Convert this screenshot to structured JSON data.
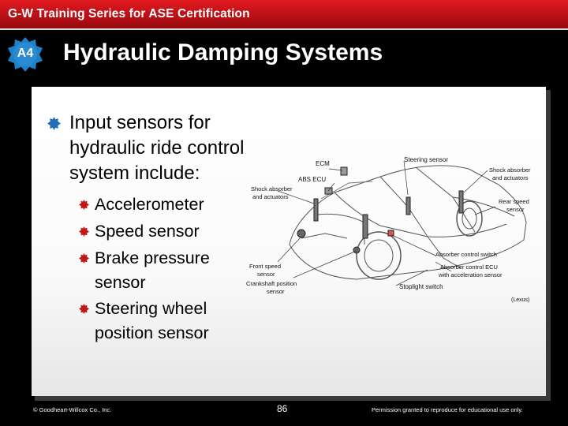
{
  "header": {
    "series_title": "G-W Training Series for ASE Certification"
  },
  "badge": {
    "label": "A4"
  },
  "title": "Hydraulic Damping Systems",
  "content": {
    "main_bullet": [
      "Input sensors for",
      "hydraulic ride control",
      "system include:"
    ],
    "sub_bullets": [
      {
        "lines": [
          "Accelerometer"
        ]
      },
      {
        "lines": [
          "Speed sensor"
        ]
      },
      {
        "lines": [
          "Brake pressure",
          "sensor"
        ]
      },
      {
        "lines": [
          "Steering wheel",
          "position sensor"
        ]
      }
    ]
  },
  "figure": {
    "labels": {
      "ecm": "ECM",
      "abs_ecu": "ABS ECU",
      "steering_sensor": "Steering sensor",
      "shock_front_1": "Shock absorber",
      "shock_front_2": "and actuators",
      "shock_rear_1": "Shock absorber",
      "shock_rear_2": "and actuators",
      "rear_speed_1": "Rear speed",
      "rear_speed_2": "sensor",
      "absorber_switch": "Absorber control switch",
      "absorber_ecu_1": "Absorber control ECU",
      "absorber_ecu_2": "with acceleration sensor",
      "front_speed_1": "Front speed",
      "front_speed_2": "sensor",
      "crank_1": "Crankshaft position",
      "crank_2": "sensor",
      "stoplight": "Stoplight switch",
      "credit": "(Lexus)"
    }
  },
  "footer": {
    "copyright": "© Goodheart-Willcox Co., Inc.",
    "page_number": "86",
    "permission": "Permission granted to reproduce for educational use only."
  },
  "colors": {
    "accent_red": "#c8141a",
    "badge_blue": "#1f7fc7",
    "bullet_blue": "#1e6fb8",
    "bullet_red": "#c01818"
  }
}
